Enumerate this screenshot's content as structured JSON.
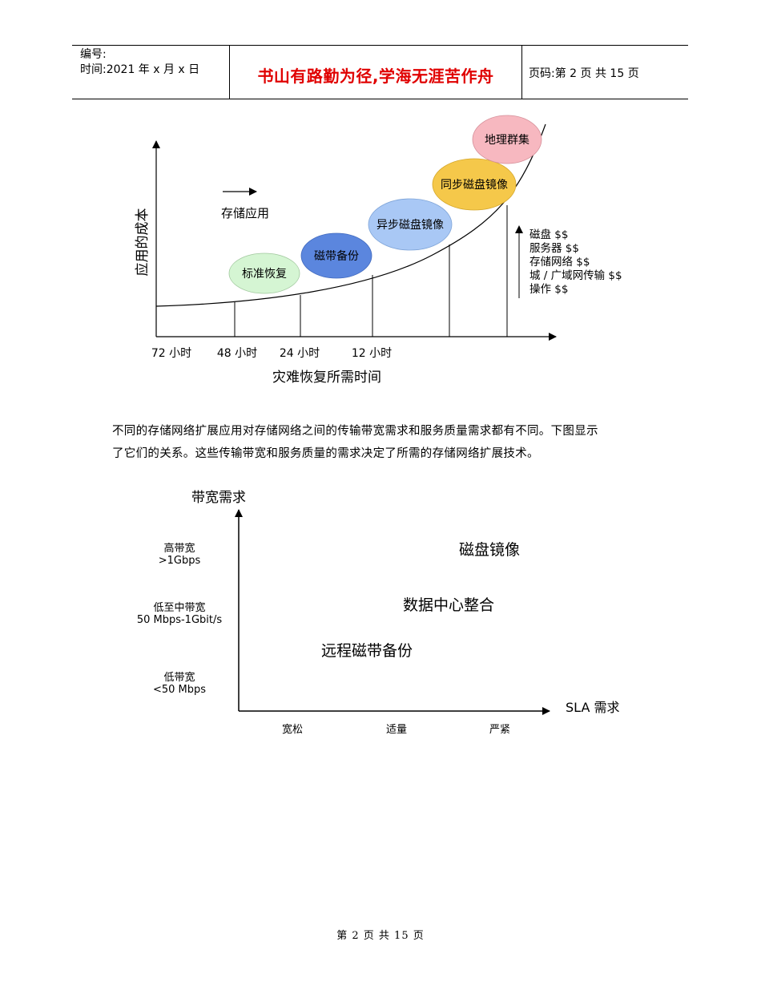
{
  "header": {
    "number_label": "编号:",
    "time_label": "时间:2021 年 x 月 x 日",
    "motto": "书山有路勤为径,学海无涯苦作舟",
    "page_info": "页码:第 2 页  共 15 页"
  },
  "chart1": {
    "y_label": "应用的成本",
    "x_label": "灾难恢复所需时间",
    "x_ticks": [
      "72 小时",
      "48 小时",
      "24 小时",
      "12 小时"
    ],
    "arrow_label": "存储应用",
    "bubbles": [
      {
        "label": "标准恢复",
        "color": "#d5f5d3"
      },
      {
        "label": "磁带备份",
        "color": "#5b86de"
      },
      {
        "label": "异步磁盘镜像",
        "color": "#a9c8f5"
      },
      {
        "label": "同步磁盘镜像",
        "color": "#f5c84a"
      },
      {
        "label": "地理群集",
        "color": "#f7b8c0"
      }
    ],
    "cost_list": [
      "磁盘 $$",
      "服务器 $$",
      "存储网络 $$",
      "城 / 广域网传输 $$",
      "操作 $$"
    ]
  },
  "paragraph": [
    "不同的存储网络扩展应用对存储网络之间的传输带宽需求和服务质量需求都有不同。下图显示",
    "了它们的关系。这些传输带宽和服务质量的需求决定了所需的存储网络扩展技术。"
  ],
  "chart2": {
    "y_title": "带宽需求",
    "x_title": "SLA 需求",
    "y_levels": [
      {
        "line1": "高带宽",
        "line2": ">1Gbps"
      },
      {
        "line1": "低至中带宽",
        "line2": "50 Mbps-1Gbit/s"
      },
      {
        "line1": "低带宽",
        "line2": "<50 Mbps"
      }
    ],
    "x_levels": [
      "宽松",
      "适量",
      "严紧"
    ],
    "items": [
      "磁盘镜像",
      "数据中心整合",
      "远程磁带备份"
    ]
  },
  "footer": "第 2 页 共 15 页"
}
